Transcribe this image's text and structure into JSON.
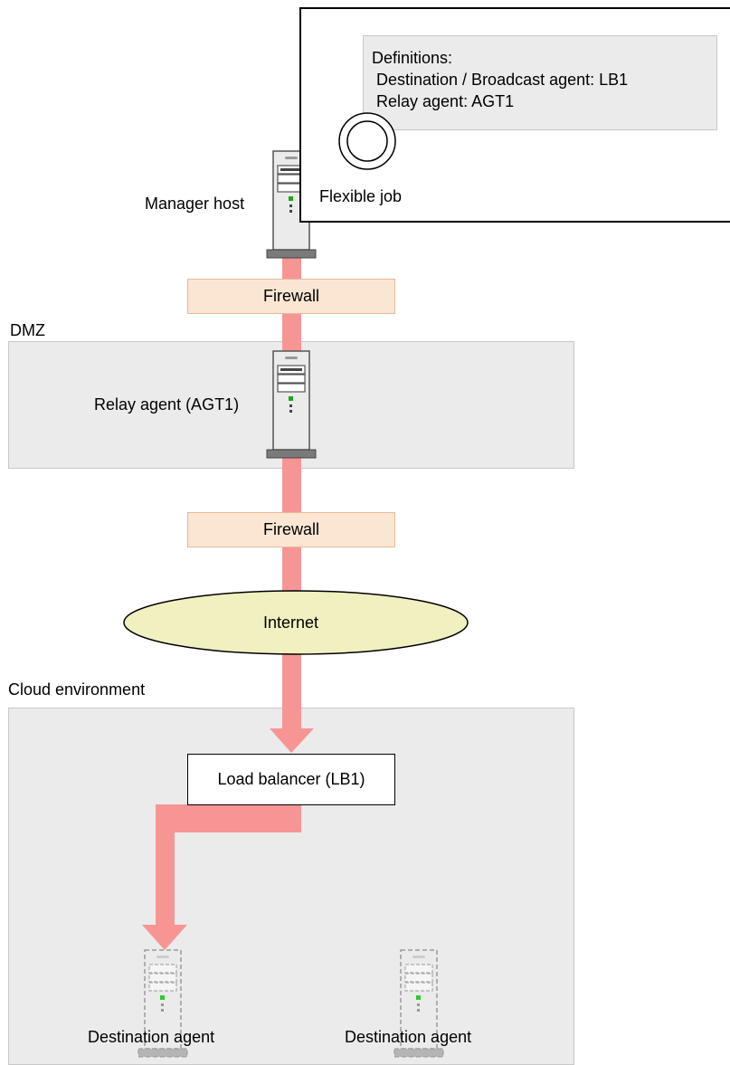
{
  "job_panel": {
    "definitions_title": "Definitions:",
    "definitions_lines": [
      " Destination / Broadcast agent: LB1",
      " Relay agent: AGT1"
    ],
    "job_icon": "flexible-job-icon",
    "job_label": "Flexible job"
  },
  "manager": {
    "label": "Manager host",
    "icon": "server-icon"
  },
  "firewalls": [
    {
      "label": "Firewall"
    },
    {
      "label": "Firewall"
    }
  ],
  "dmz": {
    "label": "DMZ",
    "relay_label": "Relay agent (AGT1)",
    "icon": "server-icon"
  },
  "internet": {
    "label": "Internet"
  },
  "cloud": {
    "label": "Cloud environment",
    "load_balancer_label": "Load balancer (LB1)",
    "agents": [
      {
        "label": "Destination agent",
        "icon": "virtual-server-icon"
      },
      {
        "label": "Destination agent",
        "icon": "virtual-server-icon"
      }
    ]
  },
  "colors": {
    "flow": "#f79595",
    "zone": "#ebebeb",
    "firewall": "#fbe6d4",
    "internet": "#f0f0c0"
  }
}
